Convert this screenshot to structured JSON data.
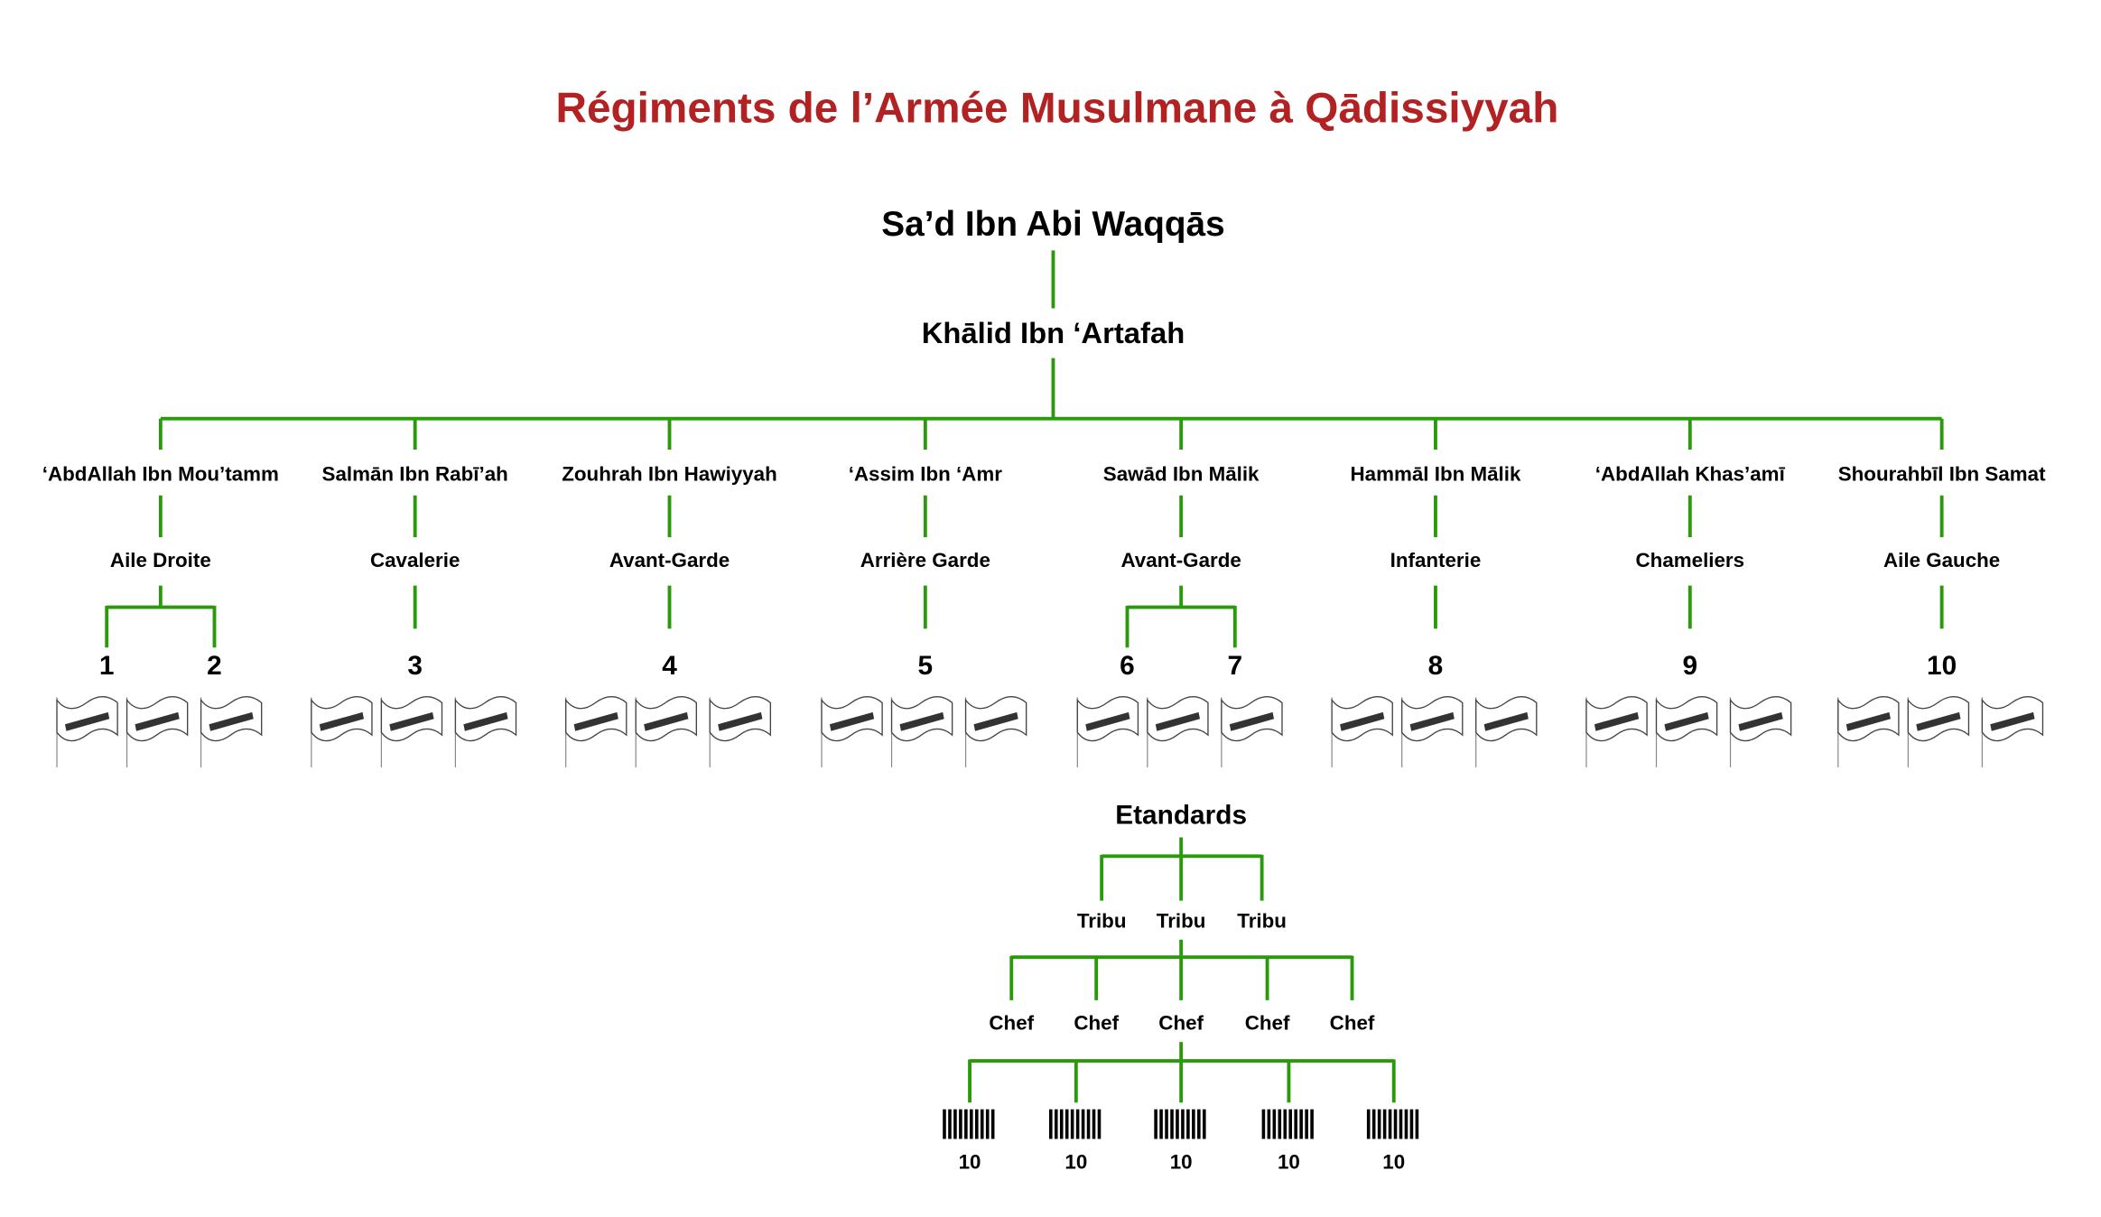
{
  "title": "Régiments de l’Armée Musulmane à Qādissiyyah",
  "commander": "Sa’d Ibn Abi Waqqās",
  "deputy": "Khālid Ibn ‘Artafah",
  "regiments": [
    {
      "leader": "‘AbdAllah Ibn Mou’tamm",
      "role": "Aile Droite",
      "numbers": [
        "1",
        "2"
      ]
    },
    {
      "leader": "Salmān Ibn Rabī’ah",
      "role": "Cavalerie",
      "numbers": [
        "3"
      ]
    },
    {
      "leader": "Zouhrah Ibn Hawiyyah",
      "role": "Avant-Garde",
      "numbers": [
        "4"
      ]
    },
    {
      "leader": "‘Assim Ibn ‘Amr",
      "role": "Arrière Garde",
      "numbers": [
        "5"
      ]
    },
    {
      "leader": "Sawād Ibn Mālik",
      "role": "Avant-Garde",
      "numbers": [
        "6",
        "7"
      ]
    },
    {
      "leader": "Hammāl Ibn Mālik",
      "role": "Infanterie",
      "numbers": [
        "8"
      ]
    },
    {
      "leader": "‘AbdAllah Khas’amī",
      "role": "Chameliers",
      "numbers": [
        "9"
      ]
    },
    {
      "leader": "Shourahbīl Ibn Samat",
      "role": "Aile Gauche",
      "numbers": [
        "10"
      ]
    }
  ],
  "standards": {
    "label": "Etandards",
    "tribes": [
      "Tribu",
      "Tribu",
      "Tribu"
    ],
    "chiefs": [
      "Chef",
      "Chef",
      "Chef",
      "Chef",
      "Chef"
    ],
    "groups": [
      "10",
      "10",
      "10",
      "10",
      "10"
    ]
  },
  "colors": {
    "title": "#b22222",
    "line": "#2a9a0c"
  }
}
